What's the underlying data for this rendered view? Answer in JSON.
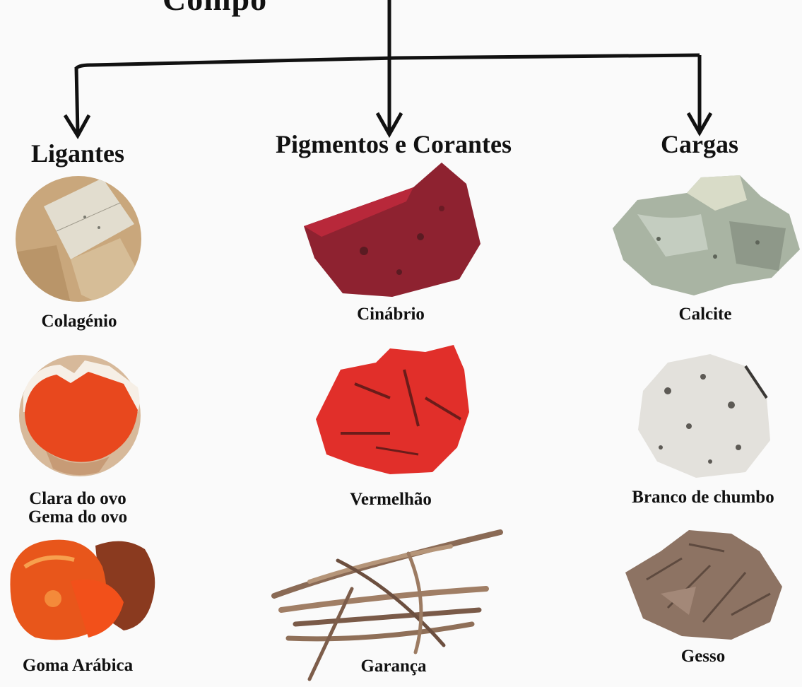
{
  "title": "Compo",
  "columns": [
    {
      "heading": "Ligantes",
      "items": [
        {
          "label": "Colagénio",
          "icon": "collagen-sheets-icon"
        },
        {
          "label": "Clara do ovo",
          "label2": "Gema do ovo",
          "icon": "egg-yolk-icon"
        },
        {
          "label": "Goma Arábica",
          "icon": "gum-arabic-icon"
        }
      ]
    },
    {
      "heading": "Pigmentos e Corantes",
      "items": [
        {
          "label": "Cinábrio",
          "icon": "cinnabar-rock-icon"
        },
        {
          "label": "Vermelhão",
          "icon": "vermilion-powder-icon"
        },
        {
          "label": "Garança",
          "icon": "madder-root-icon"
        }
      ]
    },
    {
      "heading": "Cargas",
      "items": [
        {
          "label": "Calcite",
          "icon": "calcite-rock-icon"
        },
        {
          "label": "Branco de chumbo",
          "icon": "lead-white-icon"
        },
        {
          "label": "Gesso",
          "icon": "gypsum-rose-icon"
        }
      ]
    }
  ],
  "colors": {
    "arrow": "#111111",
    "collagen": "#c9a77c",
    "egg": "#e8481e",
    "gum": "#e8561b",
    "cinnabar": "#8e2230",
    "vermilion": "#e12f2a",
    "madder": "#8a6a55",
    "calcite": "#a9b4a3",
    "lead_white": "#e3e1dc",
    "gypsum": "#8d7363"
  }
}
